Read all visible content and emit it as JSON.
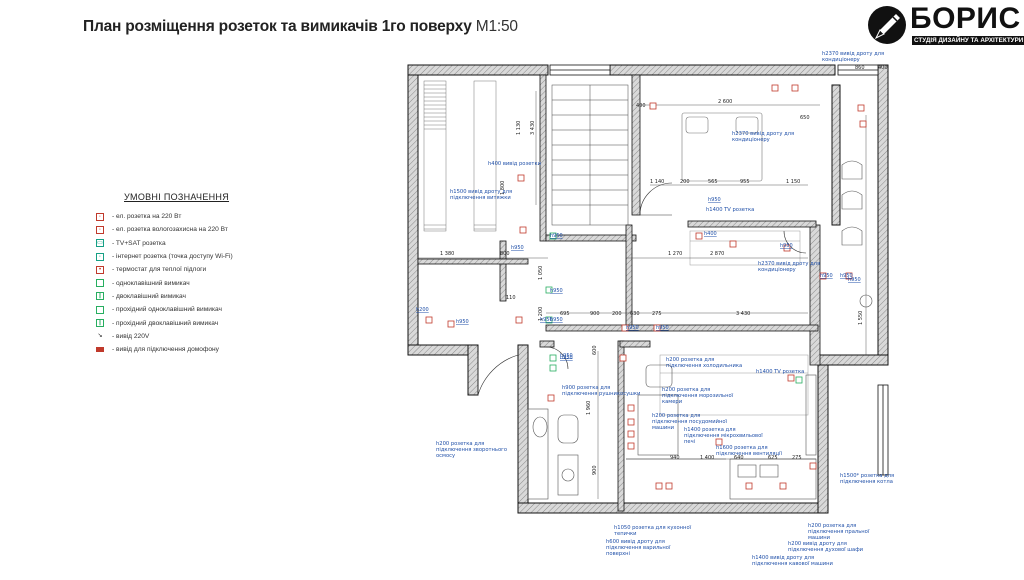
{
  "title": {
    "main": "План розміщення розеток та вимикачів 1го поверху",
    "scale": "М1:50"
  },
  "logo": {
    "name": "БОРИС",
    "subtitle": "СТУДІЯ ДИЗАЙНУ ТА АРХІТЕКТУРИ"
  },
  "legend": {
    "title": "УМОВНІ ПОЗНАЧЕННЯ",
    "items": [
      {
        "icon": "socket-icon",
        "label": "- ел. розетка на 220 Вт",
        "color": "#c0392b"
      },
      {
        "icon": "waterproof-socket-icon",
        "label": "- ел. розетка вологозахисна на 220 Вт",
        "color": "#c0392b"
      },
      {
        "icon": "tv-sat-socket-icon",
        "label": "- TV+SAT розетка",
        "color": "#16a085"
      },
      {
        "icon": "wifi-socket-icon",
        "label": "- інтернет розетка (точка доступу Wi-Fi)",
        "color": "#16a085"
      },
      {
        "icon": "thermostat-icon",
        "label": "- термостат для теплої підлоги",
        "color": "#c0392b"
      },
      {
        "icon": "single-switch-icon",
        "label": "- одноклавішний вимикач",
        "color": "#27ae60"
      },
      {
        "icon": "double-switch-icon",
        "label": "- двоклавішний вимикач",
        "color": "#27ae60"
      },
      {
        "icon": "pass-single-switch-icon",
        "label": "- прохідний одноклавішний вимикач",
        "color": "#27ae60"
      },
      {
        "icon": "pass-double-switch-icon",
        "label": "- прохідний двоклавішний вимикач",
        "color": "#27ae60"
      },
      {
        "icon": "outlet-220-icon",
        "label": "- вивід 220V",
        "color": "#222"
      },
      {
        "icon": "intercom-outlet-icon",
        "label": "- вивід для підключення домофону",
        "color": "#c0392b"
      }
    ]
  },
  "plan": {
    "colors": {
      "wall_hatch": "#bdbdbd",
      "wall_line": "#111111",
      "annotation": "#1f4fa8",
      "dimension": "#222222",
      "socket": "#c0392b",
      "switch": "#27ae60"
    },
    "dimensions": [
      {
        "text": "3 430",
        "rotate": true
      },
      {
        "text": "860"
      },
      {
        "text": "400"
      },
      {
        "text": "400"
      },
      {
        "text": "2 600"
      },
      {
        "text": "650"
      },
      {
        "text": "1 140"
      },
      {
        "text": "200"
      },
      {
        "text": "565"
      },
      {
        "text": "955"
      },
      {
        "text": "1 150"
      },
      {
        "text": "1 380"
      },
      {
        "text": "800"
      },
      {
        "text": "1 050",
        "rotate": true
      },
      {
        "text": "1 270"
      },
      {
        "text": "2 870"
      },
      {
        "text": "110"
      },
      {
        "text": "1 200",
        "rotate": true
      },
      {
        "text": "695"
      },
      {
        "text": "900"
      },
      {
        "text": "200"
      },
      {
        "text": "630"
      },
      {
        "text": "275"
      },
      {
        "text": "3 430"
      },
      {
        "text": "1 550",
        "rotate": true
      },
      {
        "text": "1 960",
        "rotate": true
      },
      {
        "text": "940"
      },
      {
        "text": "1 400"
      },
      {
        "text": "640"
      },
      {
        "text": "625"
      },
      {
        "text": "275"
      },
      {
        "text": "900",
        "rotate": true
      },
      {
        "text": "1 130",
        "rotate": true
      },
      {
        "text": "1 800",
        "rotate": true
      },
      {
        "text": "600",
        "rotate": true
      }
    ],
    "height_tags": [
      "h950",
      "h950",
      "h950",
      "h950",
      "h950",
      "h950",
      "h950",
      "h950",
      "h950",
      "h950",
      "h950",
      "h950",
      "h200",
      "h950",
      "h400",
      "h950",
      "h950"
    ],
    "annotations": [
      {
        "text": "h2370 вивід дроту для кондиціонеру"
      },
      {
        "text": "h2370 вивід дроту для кондиціонеру"
      },
      {
        "text": "h400 вивід розетки"
      },
      {
        "text": "h1500 вивід дроту для підключення витяжки"
      },
      {
        "text": "h1400 TV розетка"
      },
      {
        "text": "h2370 вивід дроту для кондиціонеру"
      },
      {
        "text": "h200 розетка для підключення холодильника"
      },
      {
        "text": "h1400 TV розетка"
      },
      {
        "text": "h200 розетка для підключення морозильної камери"
      },
      {
        "text": "h900 розетка для підключення рушникосушки"
      },
      {
        "text": "h200 розетка для підключення посудомийної машини"
      },
      {
        "text": "h1400 розетка для підключення мікрохвильової печі"
      },
      {
        "text": "h1600 розетка для підключення вентиляції"
      },
      {
        "text": "h200 розетка для підключення зворотнього осмосу"
      },
      {
        "text": "h1500* розетка для підключення котла"
      },
      {
        "text": "h1050 розетка для кухонної тепички"
      },
      {
        "text": "h600 вивід дроту для підключення варильної поверхні"
      },
      {
        "text": "h200 розетка для підключення пральної машини"
      },
      {
        "text": "h200 вивід дроту для підключення духової шафи"
      },
      {
        "text": "h1400 вивід дроту для підключення кавової машини"
      }
    ]
  }
}
